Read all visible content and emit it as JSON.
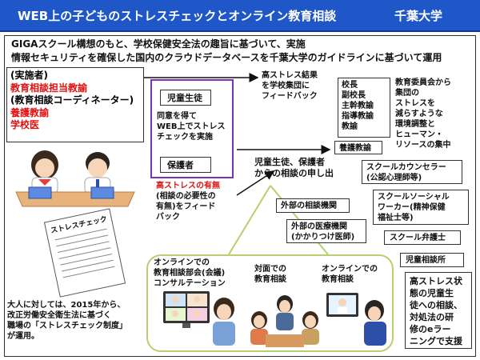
{
  "header": {
    "title": "WEB上の子どものストレスチェックとオンライン教育相談",
    "org": "千葉大学"
  },
  "intro": {
    "line1": "GIGAスクール構想のもと、学校保健安全法の趣旨に基づいて、実施",
    "line2": "情報セキュリティを確保した国内のクラウドデータベースを千葉大学のガイドラインに基づいて運用"
  },
  "implementers": {
    "label": "(実施者)",
    "items": [
      {
        "text": "教育相談担当教諭",
        "red": true
      },
      {
        "text": "(教育相談コーディネーター)",
        "red": false
      },
      {
        "text": "養護教諭",
        "red": true
      },
      {
        "text": "学校医",
        "red": true
      }
    ]
  },
  "flow": {
    "student": "児童生徒",
    "consent": [
      "同意を得て",
      "WEB上でストレス",
      "チェックを実施"
    ],
    "guardian": "保護者",
    "high_stress_title": "高ストレスの有無",
    "high_stress_body": [
      "(相談の必要性の",
      "有無)をフィード",
      "バック"
    ],
    "feedback_group": [
      "高ストレス結果",
      "を学校集団に",
      "フィードバック"
    ],
    "consult_request": [
      "児童生徒、保護者",
      "からの相談の申し出"
    ]
  },
  "school_staff": [
    "校長",
    "副校長",
    "主幹教諭",
    "指導教諭",
    "教諭"
  ],
  "board": [
    "教育委員会から",
    "集団の",
    "ストレスを",
    "減らすような",
    "環境調整と",
    "ヒューマン・",
    "リソースの集中"
  ],
  "resources": {
    "nurse": "養護教諭",
    "counselor": [
      "スクールカウンセラー",
      "(公認心理師等)"
    ],
    "internal_org": "外部の相談機関",
    "social_worker": [
      "スクールソーシャル",
      "ワーカー(精神保健",
      "福祉士等)"
    ],
    "medical": [
      "外部の医療機関",
      "(かかりつけ医師)"
    ],
    "lawyer": "スクール弁護士",
    "child_center": "児童相談所"
  },
  "consult_modes": {
    "online_meeting": [
      "オンラインでの",
      "教育相談部会(会議)",
      "コンサルテーション"
    ],
    "face_to_face": [
      "対面での",
      "教育相談"
    ],
    "online": [
      "オンラインでの",
      "教育相談"
    ]
  },
  "elearning": [
    "高ストレス状",
    "態の児童生",
    "徒への相談、",
    "対処法の研",
    "修のeラー",
    "ニングで支援"
  ],
  "checklist_title": "ストレスチェック",
  "note": [
    "大人に対しては、2015年から、",
    "改正労働安全衛生法に基づく",
    "職場の「ストレスチェック制度」",
    "が運用。"
  ],
  "colors": {
    "header": "#1f56c8",
    "accent_red": "#e01010",
    "purple": "#7a32b4",
    "green": "#b8cf6e"
  }
}
